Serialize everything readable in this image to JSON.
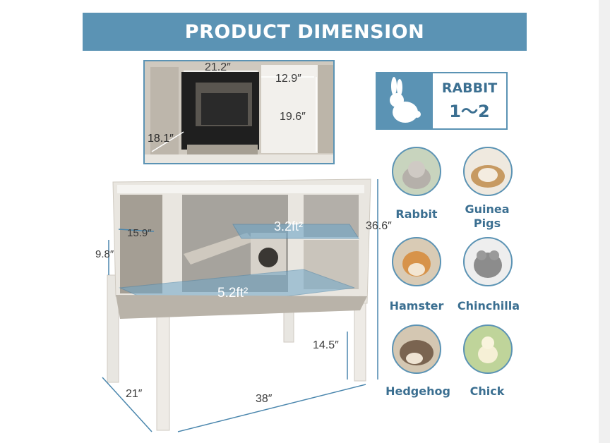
{
  "banner": {
    "title": "PRODUCT DIMENSION"
  },
  "interior": {
    "width": "21.2″",
    "door_width": "12.9″",
    "door_height": "19.6″",
    "depth": "18.1″"
  },
  "hutch": {
    "upper_area": "3.2ft²",
    "lower_area": "5.2ft²",
    "side_width": "15.9″",
    "side_height": "9.8″",
    "total_height": "36.6″",
    "leg_height": "14.5″",
    "depth": "21″",
    "width": "38″"
  },
  "capacity": {
    "animal": "RABBIT",
    "count": "1～2",
    "icon": "rabbit-silhouette-icon"
  },
  "pets": [
    {
      "label": "Rabbit",
      "icon": "rabbit-photo"
    },
    {
      "label": "Guinea\nPigs",
      "icon": "guinea-pig-photo"
    },
    {
      "label": "Hamster",
      "icon": "hamster-photo"
    },
    {
      "label": "Chinchilla",
      "icon": "chinchilla-photo"
    },
    {
      "label": "Hedgehog",
      "icon": "hedgehog-photo"
    },
    {
      "label": "Chick",
      "icon": "chick-photo"
    }
  ],
  "colors": {
    "accent": "#5b93b4",
    "label": "#3b6f91"
  }
}
